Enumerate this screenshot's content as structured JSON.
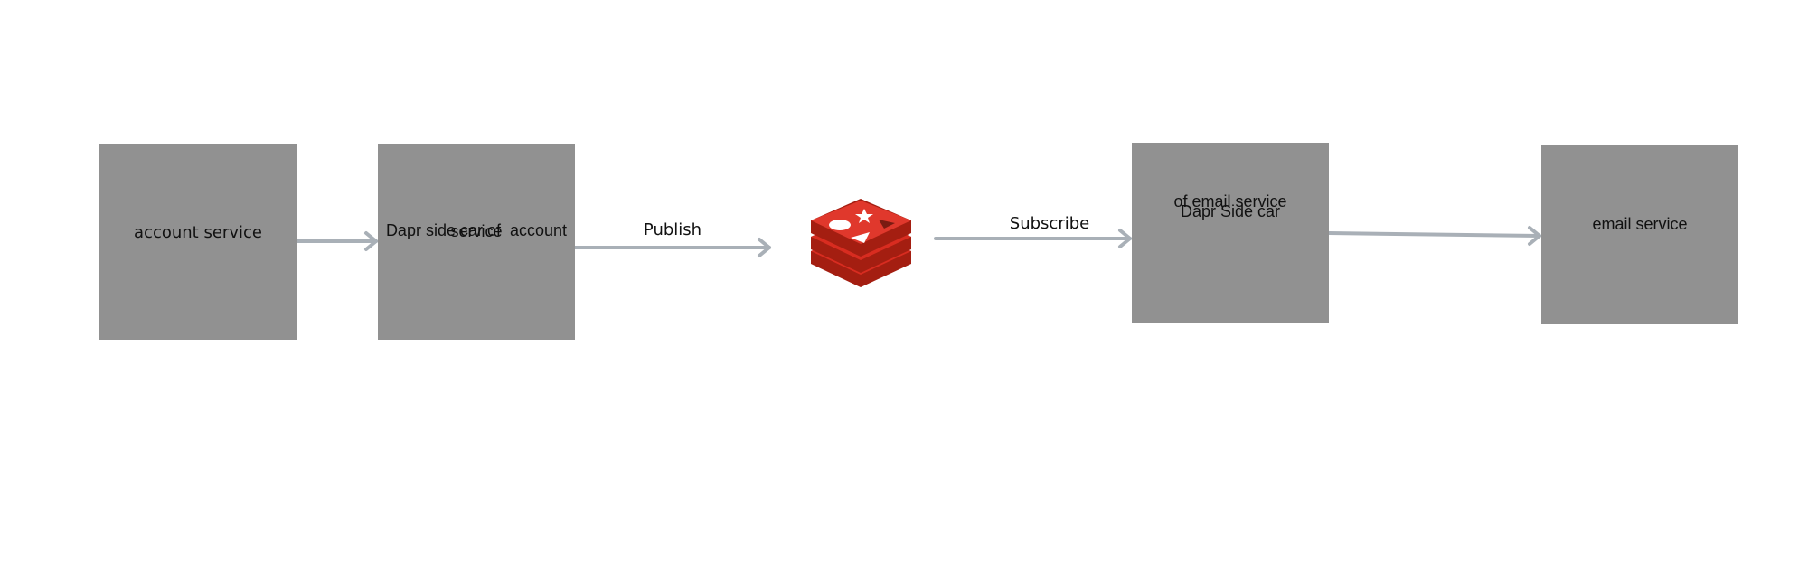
{
  "nodes": {
    "account_service": "account service",
    "sidecar_account_line1": "Dapr side car of  account",
    "sidecar_account_line2": "service",
    "sidecar_email_line1": "Dapr Side car",
    "sidecar_email_line2": "of email service",
    "email_service": "email service"
  },
  "edges": {
    "publish": "Publish",
    "subscribe": "Subscribe"
  },
  "broker": {
    "icon": "redis-logo-icon"
  },
  "colors": {
    "node_fill": "#919191",
    "arrow": "#a9b0b7",
    "redis_red": "#d82c20"
  }
}
